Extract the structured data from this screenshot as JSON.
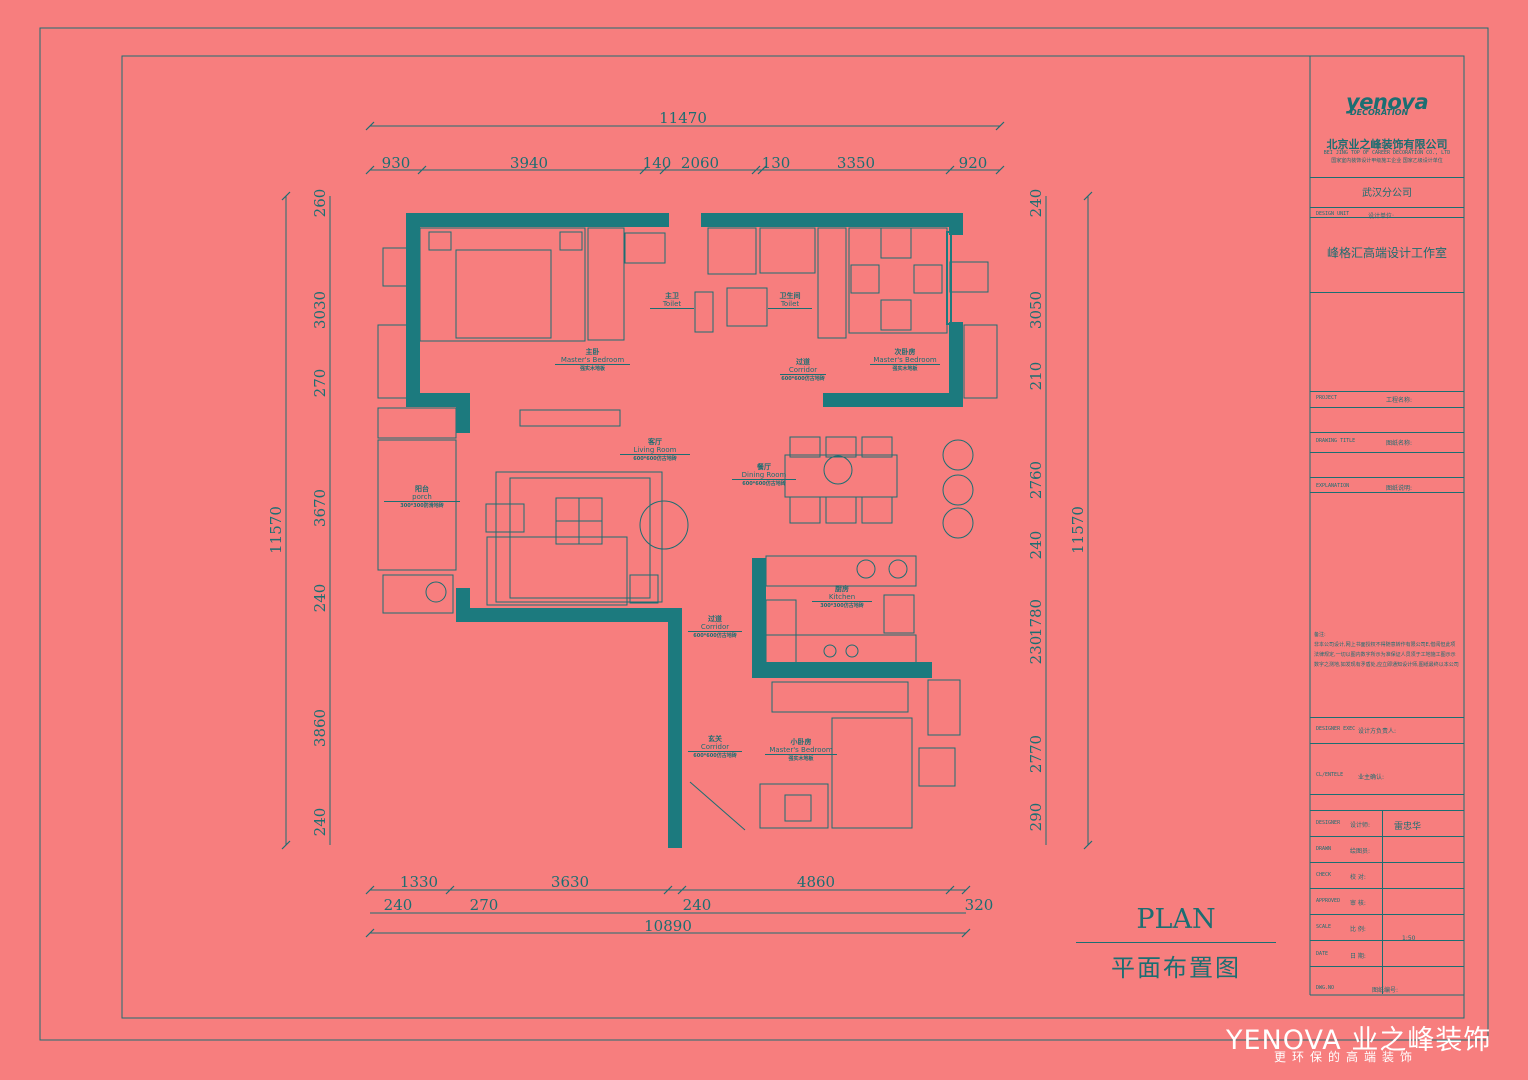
{
  "dimensions": {
    "top_total": "11470",
    "top_segments": [
      "930",
      "3940",
      "140",
      "2060",
      "130",
      "3350",
      "920"
    ],
    "bottom_row1": [
      "1330",
      "3630",
      "4860"
    ],
    "bottom_row2": [
      "240",
      "270",
      "240",
      "320"
    ],
    "bottom_total": "10890",
    "left_total": "11570",
    "left_segments": [
      "260",
      "3030",
      "270",
      "3670",
      "240",
      "3860",
      "240"
    ],
    "right_total": "11570",
    "right_segments": [
      "240",
      "3050",
      "210",
      "2760",
      "240",
      "1780",
      "230",
      "2770",
      "290"
    ]
  },
  "rooms": [
    {
      "cn": "主卧",
      "en": "Master's Bedroom",
      "floor": "强实木地板"
    },
    {
      "cn": "主卫",
      "en": "Toilet",
      "floor": ""
    },
    {
      "cn": "卫生间",
      "en": "Toilet",
      "floor": ""
    },
    {
      "cn": "过道",
      "en": "Corridor",
      "floor": "600*600仿古地砖"
    },
    {
      "cn": "次卧房",
      "en": "Master's Bedroom",
      "floor": "强实木地板"
    },
    {
      "cn": "客厅",
      "en": "Living Room",
      "floor": "600*600仿古地砖"
    },
    {
      "cn": "餐厅",
      "en": "Dining Room",
      "floor": "600*600仿古地砖"
    },
    {
      "cn": "阳台",
      "en": "porch",
      "floor": "300*300防滑地砖"
    },
    {
      "cn": "厨房",
      "en": "Kitchen",
      "floor": "300*300仿古地砖"
    },
    {
      "cn": "过道",
      "en": "Corridor",
      "floor": "600*600仿古地砖"
    },
    {
      "cn": "玄关",
      "en": "Corridor",
      "floor": "600*600仿古地砖"
    },
    {
      "cn": "小卧房",
      "en": "Master's Bedroom",
      "floor": "强实木地板"
    }
  ],
  "title_block": {
    "logo": "yenova",
    "logo_sub": "DECORATION",
    "company": "北京业之峰装饰有限公司",
    "company_en": "BEI JING TOP OF CAREER DECORATION CO., LTD",
    "company_note": "国家室内装饰设计甲级施工企业 国家乙级设计单位",
    "branch": "武汉分公司",
    "design_unit_label": "DESIGN UNIT",
    "design_unit_cn": "设计单位:",
    "studio": "峰格汇高端设计工作室",
    "project_label": "PROJECT",
    "project_cn": "工程名称:",
    "drawing_title_label": "DRAWING TITLE",
    "drawing_title_cn": "图纸名称:",
    "explanation_label": "EXPLANATION",
    "explanation_cn": "图纸说明:",
    "notes_title": "备注:",
    "notes": "非本公司设计,网上书面授权不得随意转作有限公司E,借阅但此项法律规定,一切以图内数字所示为准保证人员须于工地施工图示示数字之测地,如发现有矛盾处,应立即通知设计师,图纸最终以本公司",
    "designer_exec_label": "DESIGNER EXEC",
    "designer_exec_cn": "设计方负责人:",
    "client_label": "CL/ENTELE",
    "client_cn": "业主确认:",
    "designer_label": "DESIGNER",
    "designer_cn": "设计师:",
    "designer_name": "雷忠华",
    "drawn_label": "DRAWN",
    "drawn_cn": "绘图员:",
    "check_label": "CHECK",
    "check_cn": "校 对:",
    "approved_label": "APPROVED",
    "approved_cn": "审 核:",
    "scale_label": "SCALE",
    "scale_cn": "比 例:",
    "scale_value": "1:50",
    "date_label": "DATE",
    "date_cn": "日 期:",
    "dwg_label": "DWG.NO",
    "dwg_cn": "图纸编号:"
  },
  "plan_title": "PLAN",
  "plan_subtitle": "平面布置图",
  "watermark": "YENOVA 业之峰装饰",
  "watermark_sub": "更环保的高端装饰",
  "colors": {
    "background": "#f77e7e",
    "ink": "#1c6e72",
    "wall": "#1c7a7e",
    "watermark": "#ffffff"
  }
}
